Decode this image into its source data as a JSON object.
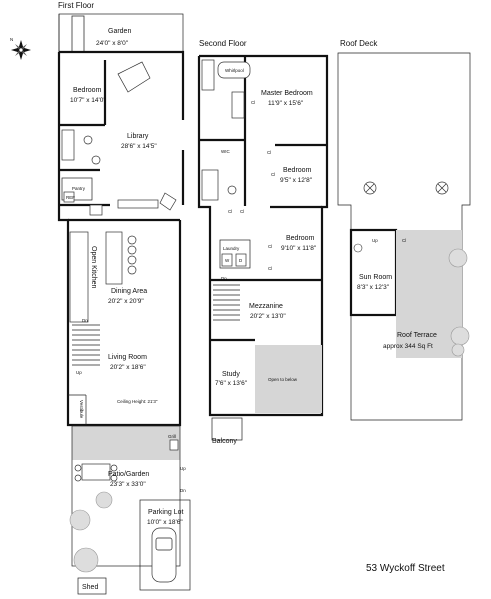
{
  "sections": {
    "first_floor": "First Floor",
    "second_floor": "Second Floor",
    "roof_deck": "Roof Deck"
  },
  "rooms": [
    {
      "id": "garden",
      "name": "Garden",
      "dim": "24'0\" x 8'0\""
    },
    {
      "id": "bedroom1",
      "name": "Bedroom",
      "dim": "10'7\" x 14'0\""
    },
    {
      "id": "library",
      "name": "Library",
      "dim": "28'6\" x 14'5\""
    },
    {
      "id": "dining",
      "name": "Dining Area",
      "dim": "20'2\" x 20'9\""
    },
    {
      "id": "living",
      "name": "Living Room",
      "dim": "20'2\" x 18'6\""
    },
    {
      "id": "patio",
      "name": "Patio/Garden",
      "dim": "23'3\" x 33'0\""
    },
    {
      "id": "parking",
      "name": "Parking Lot",
      "dim": "10'0\" x 18'6\""
    },
    {
      "id": "master",
      "name": "Master Bedroom",
      "dim": "11'9\" x 15'6\""
    },
    {
      "id": "bedroom2",
      "name": "Bedroom",
      "dim": "9'5\" x 12'8\""
    },
    {
      "id": "bedroom3",
      "name": "Bedroom",
      "dim": "9'10\" x 11'8\""
    },
    {
      "id": "mezzanine",
      "name": "Mezzanine",
      "dim": "20'2\" x 13'0\""
    },
    {
      "id": "study",
      "name": "Study",
      "dim": "7'6\" x 13'6\""
    },
    {
      "id": "sunroom",
      "name": "Sun Room",
      "dim": "8'3\" x 12'3\""
    },
    {
      "id": "roofterrace",
      "name": "Roof Terrace",
      "dim": "approx 344 Sq Ft"
    }
  ],
  "labels": {
    "open_kitchen": "Open Kitchen",
    "ceiling_height": "Ceiling Height: 21'3\"",
    "vestibule": "Vestibule",
    "pantry": "Pantry",
    "ref": "REF",
    "whirlpool": "Whirlpool",
    "laundry": "Laundry",
    "open_to_below": "Open to below",
    "balcony": "Balcony",
    "shed": "Shed",
    "wic": "WIC",
    "cl": "Cl",
    "up": "Up",
    "dn": "Dn",
    "grill": "Grill",
    "w": "W",
    "d": "D",
    "compass_n": "N"
  },
  "address": "53 Wyckoff Street"
}
